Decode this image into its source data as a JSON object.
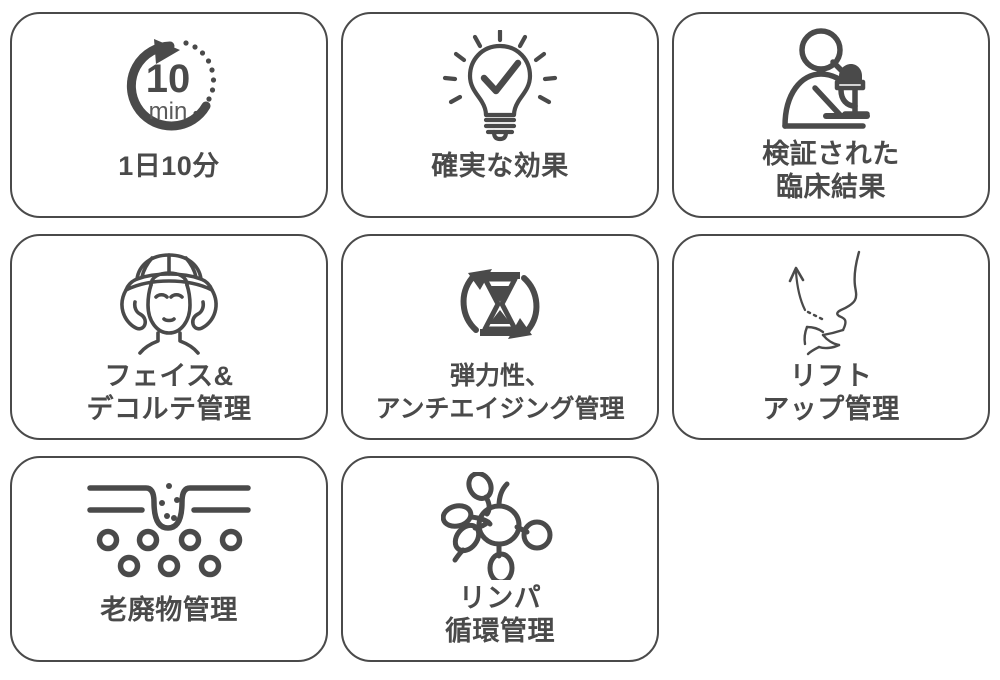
{
  "page": {
    "background_color": "#ffffff",
    "stroke_color": "#4a4a4a",
    "text_color": "#4a4a4a",
    "columns": 3,
    "rows": 3
  },
  "cards": [
    {
      "id": "daily-10-min",
      "icon": "timer-10-min-icon",
      "icon_text_primary": "10",
      "icon_text_secondary": "min",
      "lines": [
        "1日10分"
      ]
    },
    {
      "id": "certain-effect",
      "icon": "lightbulb-check-icon",
      "lines": [
        "確実な効果"
      ]
    },
    {
      "id": "verified-clinical-results",
      "icon": "microscope-researcher-icon",
      "lines": [
        "検証された",
        "臨床結果"
      ]
    },
    {
      "id": "face-decollete-care",
      "icon": "facial-massage-icon",
      "lines": [
        "フェイス&",
        "デコルテ管理"
      ]
    },
    {
      "id": "elasticity-anti-aging-care",
      "icon": "hourglass-cycle-icon",
      "lines": [
        "弾力性、",
        "アンチエイジング管理"
      ]
    },
    {
      "id": "lift-up-care",
      "icon": "face-profile-lift-icon",
      "lines": [
        "リフト",
        "アップ管理"
      ]
    },
    {
      "id": "waste-management",
      "icon": "pore-waste-icon",
      "lines": [
        "老廃物管理"
      ]
    },
    {
      "id": "lymph-circulation-care",
      "icon": "lymph-node-network-icon",
      "lines": [
        "リンパ",
        "循環管理"
      ]
    }
  ]
}
